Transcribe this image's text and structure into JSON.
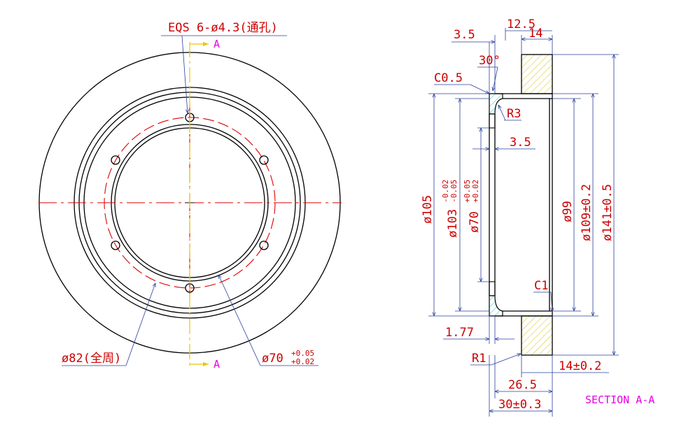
{
  "colors": {
    "outline": "#000000",
    "dimension_text": "#cc0000",
    "dimension_line": "#2a3f9a",
    "centerline": "#e00000",
    "section_line": "#e8c800",
    "section_label": "#e600e6",
    "hatch_inner": "#00c0c0",
    "hatch_outer": "#c8c000"
  },
  "front_view": {
    "hole_note": "EQS 6-ø4.3(通孔)",
    "pcd_label": "ø82(全周)",
    "bore_label": "ø70",
    "bore_tol_upper": "+0.05",
    "bore_tol_lower": "+0.02",
    "section_mark_top": "A",
    "section_mark_bottom": "A"
  },
  "section_view": {
    "title": "SECTION A-A",
    "dim_12_5": "12.5",
    "dim_14_top": "14",
    "dim_3_5_top": "3.5",
    "angle_30": "30°",
    "chamfer_c05": "C0.5",
    "radius_r3": "R3",
    "dim_3_5_mid": "3.5",
    "dia_105": "ø105",
    "dia_103_main": "ø103",
    "dia_103_tol_upper": "-0.02",
    "dia_103_tol_lower": "-0.05",
    "dia_70_main": "ø70",
    "dia_70_tol_upper": "+0.05",
    "dia_70_tol_lower": "+0.02",
    "dia_99": "ø99",
    "dia_109": "ø109±0.2",
    "dia_141": "ø141±0.5",
    "chamfer_c1": "C1",
    "dim_1_77": "1.77",
    "radius_r1": "R1",
    "dim_14_tol": "14±0.2",
    "dim_26_5": "26.5",
    "dim_30": "30±0.3"
  }
}
